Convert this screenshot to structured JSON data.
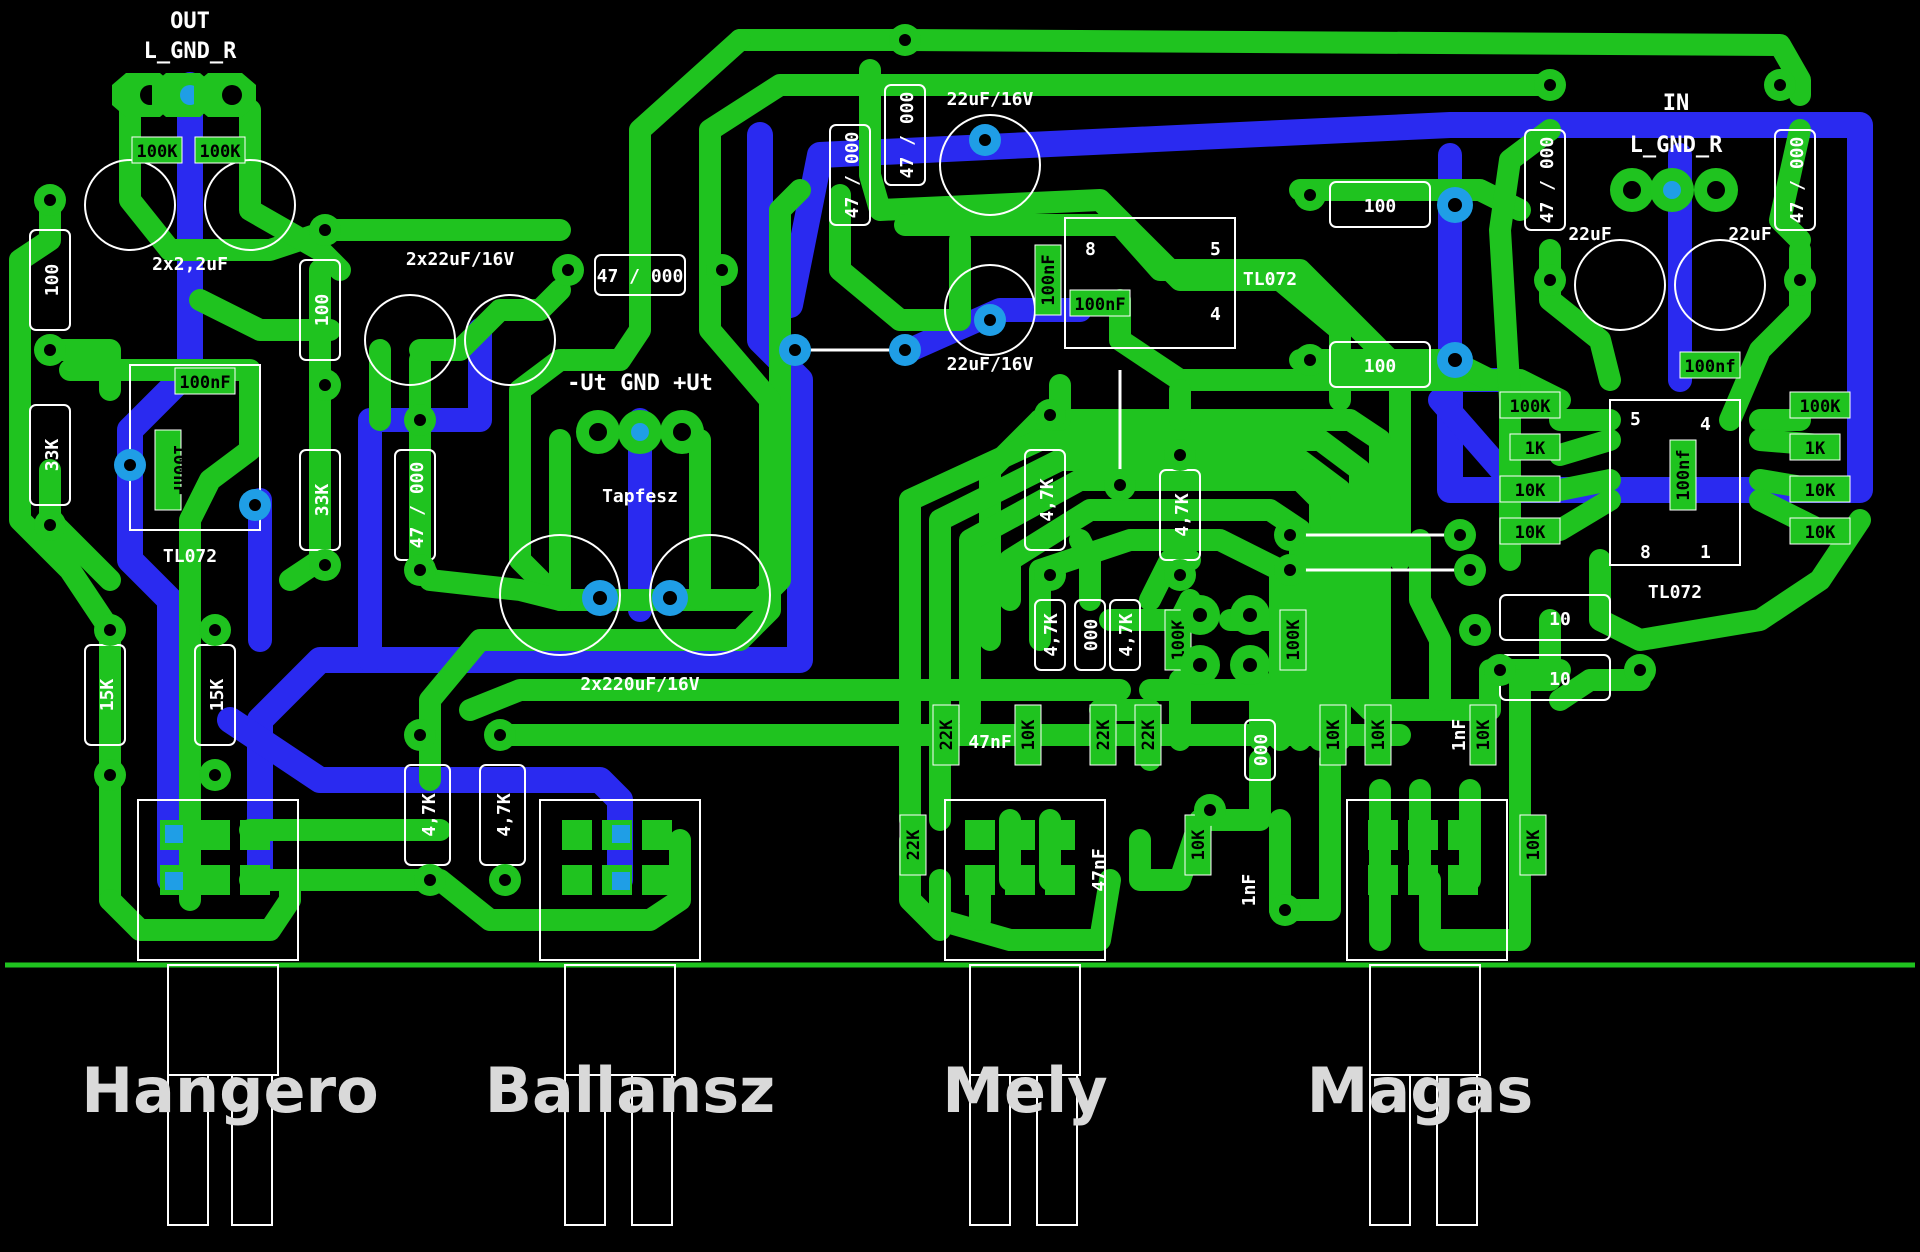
{
  "labels": {
    "out": "OUT",
    "out_connector": "L_GND_R",
    "in": "IN",
    "in_connector": "L_GND_R",
    "power": "-Ut GND +Ut",
    "power_name": "Tapfesz",
    "cap_out": "2x2,2uF",
    "cap_22": "2x22uF/16V",
    "cap_220": "2x220uF/16V",
    "cap_top": "22uF/16V",
    "cap_mid": "22uF/16V",
    "cap_in_l": "22uF",
    "cap_in_r": "22uF",
    "ic_left": "TL072",
    "ic_mid": "TL072",
    "ic_right": "TL072"
  },
  "pots": [
    {
      "name": "Hangero"
    },
    {
      "name": "Ballansz"
    },
    {
      "name": "Mely"
    },
    {
      "name": "Magas"
    }
  ],
  "components": {
    "r100k_a": "100K",
    "r100k_b": "100K",
    "r100_left": "100",
    "r100_mid": "100",
    "r33k_a": "33K",
    "r33k_b": "33K",
    "r15k_a": "15K",
    "r15k_b": "15K",
    "r47_1": "47 / 000",
    "r47_2": "47 / 000",
    "r47_3": "47 / 000",
    "r47_4": "47 / 000",
    "r47_5": "47 / 000",
    "r47_6": "47 / 000",
    "r100_top": "100",
    "r100_bot": "100",
    "c100nf_1": "100nF",
    "c100nf_2": "100nF",
    "c100nf_3": "100nF",
    "c100nf_4": "100nF",
    "c100nf_5": "100nf",
    "c100nf_6": "100nf",
    "r47k_a": "4,7K",
    "r47k_b": "4,7K",
    "r47k_c": "4,7K",
    "r47k_d": "4,7K",
    "r47k_e": "4,7K",
    "r47k_f": "4,7K",
    "r000": "000",
    "r000_b": "000",
    "r100k_c": "100K",
    "r100k_d": "100K",
    "r100k_e": "100K",
    "r100k_f": "100K",
    "r1k_a": "1K",
    "r1k_b": "1K",
    "r10k_list": [
      "10K",
      "10K",
      "10K",
      "10K",
      "10K",
      "10K",
      "10K",
      "10K",
      "10K",
      "10K"
    ],
    "r22k_list": [
      "22K",
      "22K",
      "22K",
      "22K"
    ],
    "c47nf_a": "47nF",
    "c47nf_b": "47nF",
    "c1nf_a": "1nF",
    "c1nf_b": "1nF",
    "r10_a": "10",
    "r10_b": "10",
    "ic_pin_8": "8",
    "ic_pin_5": "5",
    "ic_pin_4": "4",
    "ic_pin_1": "1"
  },
  "colors": {
    "top_copper": "#1fc31f",
    "bottom_copper": "#2a2af0",
    "via": "#1f9ee6",
    "silkscreen": "#ffffff"
  }
}
